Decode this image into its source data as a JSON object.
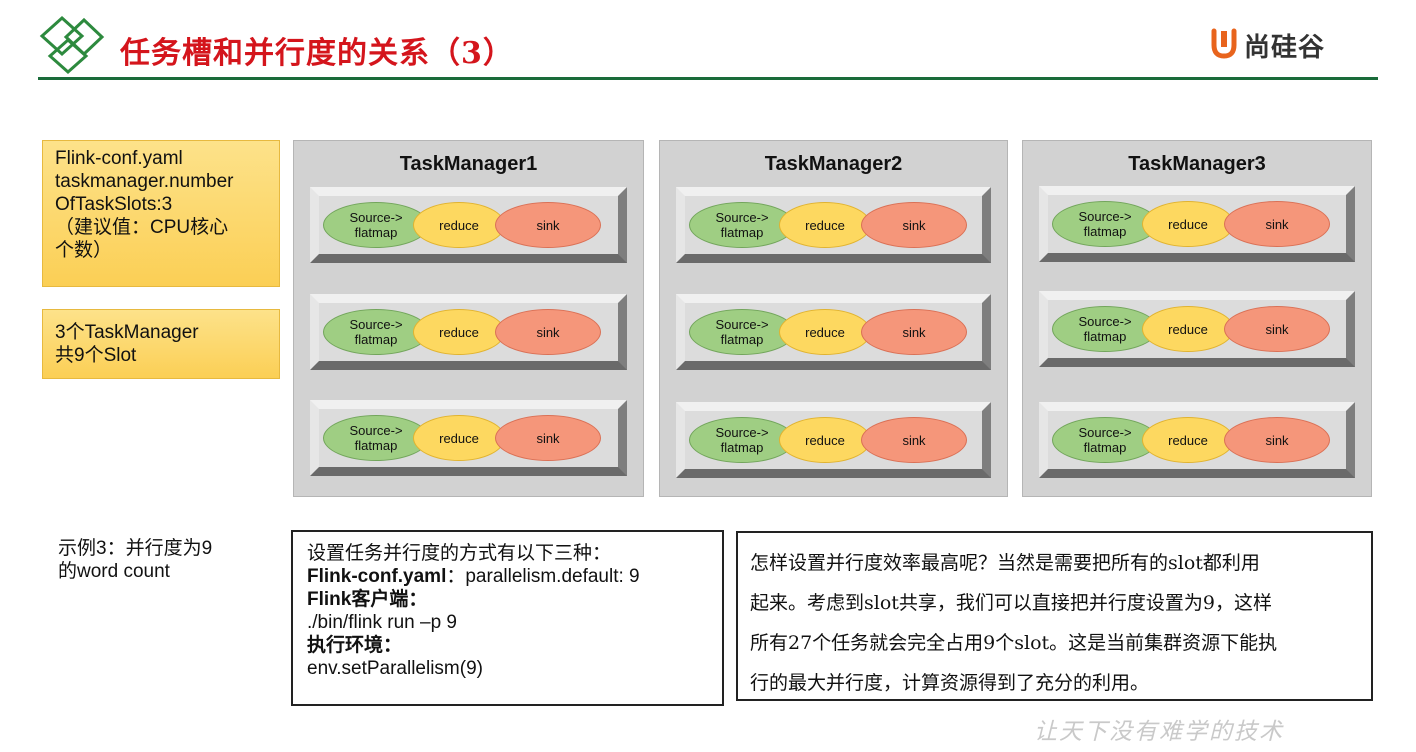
{
  "header": {
    "title": "任务槽和并行度的关系（3）",
    "logo_text": "尚硅谷",
    "line_color": "#1a6b3a",
    "title_color": "#d4151c"
  },
  "notes": [
    {
      "lines": [
        "Flink-conf.yaml",
        "taskmanager.number",
        "OfTaskSlots:3",
        "（建议值：CPU核心",
        "个数）"
      ]
    },
    {
      "lines": [
        "3个TaskManager",
        "共9个Slot"
      ]
    }
  ],
  "task_managers": [
    {
      "title": "TaskManager1",
      "slots": [
        {
          "source": [
            "Source->",
            "flatmap"
          ],
          "reduce": "reduce",
          "sink": "sink"
        },
        {
          "source": [
            "Source->",
            "flatmap"
          ],
          "reduce": "reduce",
          "sink": "sink"
        },
        {
          "source": [
            "Source->",
            "flatmap"
          ],
          "reduce": "reduce",
          "sink": "sink"
        }
      ]
    },
    {
      "title": "TaskManager2",
      "slots": [
        {
          "source": [
            "Source->",
            "flatmap"
          ],
          "reduce": "reduce",
          "sink": "sink"
        },
        {
          "source": [
            "Source->",
            "flatmap"
          ],
          "reduce": "reduce",
          "sink": "sink"
        },
        {
          "source": [
            "Source->",
            "flatmap"
          ],
          "reduce": "reduce",
          "sink": "sink"
        }
      ]
    },
    {
      "title": "TaskManager3",
      "slots": [
        {
          "source": [
            "Source->",
            "flatmap"
          ],
          "reduce": "reduce",
          "sink": "sink"
        },
        {
          "source": [
            "Source->",
            "flatmap"
          ],
          "reduce": "reduce",
          "sink": "sink"
        },
        {
          "source": [
            "Source->",
            "flatmap"
          ],
          "reduce": "reduce",
          "sink": "sink"
        }
      ]
    }
  ],
  "example": {
    "lines": [
      "示例3：并行度为9",
      "的word count"
    ]
  },
  "methods": {
    "heading": "设置任务并行度的方式有以下三种：",
    "conf_label": "Flink-conf.yaml",
    "conf_value": "：parallelism.default: 9",
    "client_label": "Flink客户端：",
    "client_value": "./bin/flink run –p 9",
    "env_label": "执行环境：",
    "env_value": "env.setParallelism(9)"
  },
  "explanation": {
    "lines": [
      "怎样设置并行度效率最高呢？当然是需要把所有的slot都利用",
      "起来。考虑到slot共享，我们可以直接把并行度设置为9，这样",
      "所有27个任务就会完全占用9个slot。这是当前集群资源下能执",
      "行的最大并行度，计算资源得到了充分的利用。"
    ]
  },
  "slogan": "让天下没有难学的技术",
  "colors": {
    "source": "#9fce83",
    "reduce": "#fdd860",
    "sink": "#f5967a",
    "note": "#fcd56a",
    "tm_bg": "#d2d2d2"
  }
}
